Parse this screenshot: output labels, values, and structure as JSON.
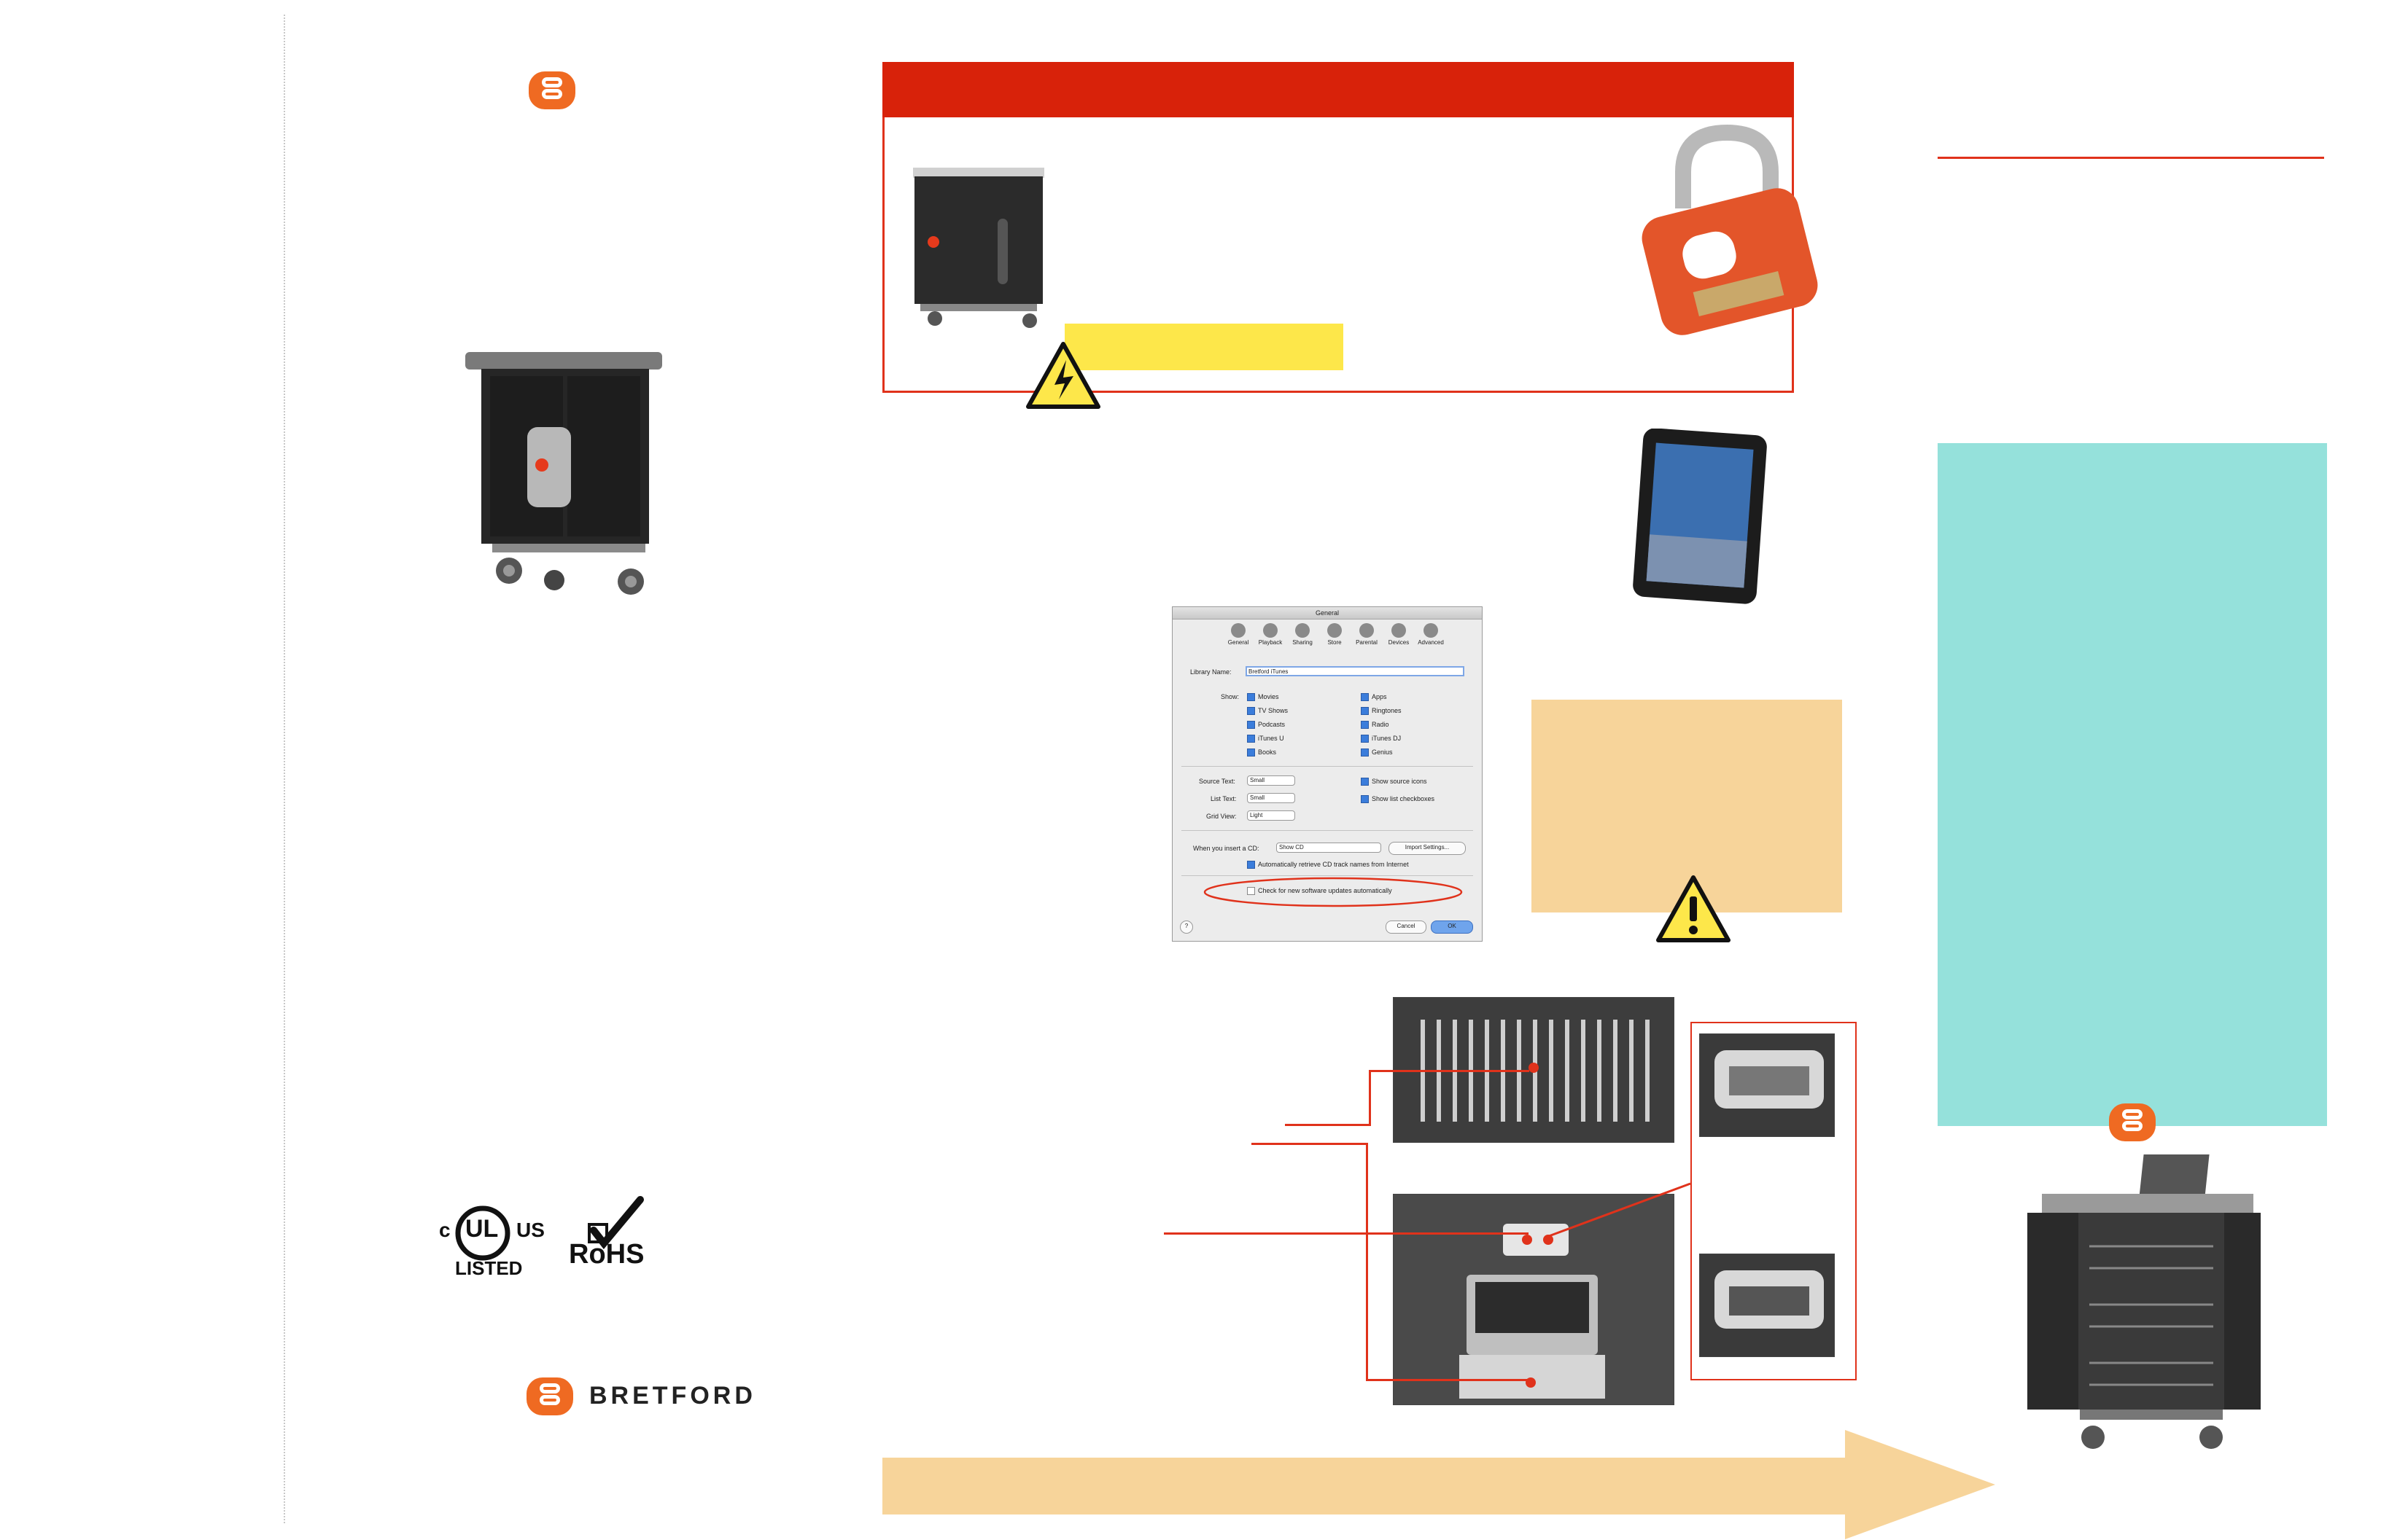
{
  "brand": {
    "wordmark": "BRETFORD",
    "accent_color": "#ef6a22",
    "warning_red": "#d8220a",
    "callout_red": "#e0321b",
    "peach": "#f7d49a",
    "teal": "#95e1db",
    "yellow": "#fde74a"
  },
  "certifications": {
    "ul_left": "c",
    "ul_center": "UL",
    "ul_right": "US",
    "ul_bottom": "LISTED",
    "rohs": "RoHS"
  },
  "itunes_dialog": {
    "title": "General",
    "tabs": [
      "General",
      "Playback",
      "Sharing",
      "Store",
      "Parental",
      "Devices",
      "Advanced"
    ],
    "library_name_label": "Library Name:",
    "library_name_value": "Bretford iTunes",
    "show_label": "Show:",
    "show_left": [
      "Movies",
      "TV Shows",
      "Podcasts",
      "iTunes U",
      "Books"
    ],
    "show_right": [
      "Apps",
      "Ringtones",
      "Radio",
      "iTunes DJ",
      "Genius"
    ],
    "source_text_label": "Source Text:",
    "source_text_value": "Small",
    "list_text_label": "List Text:",
    "list_text_value": "Small",
    "grid_view_label": "Grid View:",
    "grid_view_value": "Light",
    "show_source_icons": "Show source icons",
    "show_list_checkboxes": "Show list checkboxes",
    "insert_cd_label": "When you insert a CD:",
    "insert_cd_value": "Show CD",
    "import_settings": "Import Settings...",
    "auto_retrieve": "Automatically retrieve CD track names from Internet",
    "check_updates": "Check for new software updates automatically",
    "help": "?",
    "cancel": "Cancel",
    "ok": "OK"
  }
}
